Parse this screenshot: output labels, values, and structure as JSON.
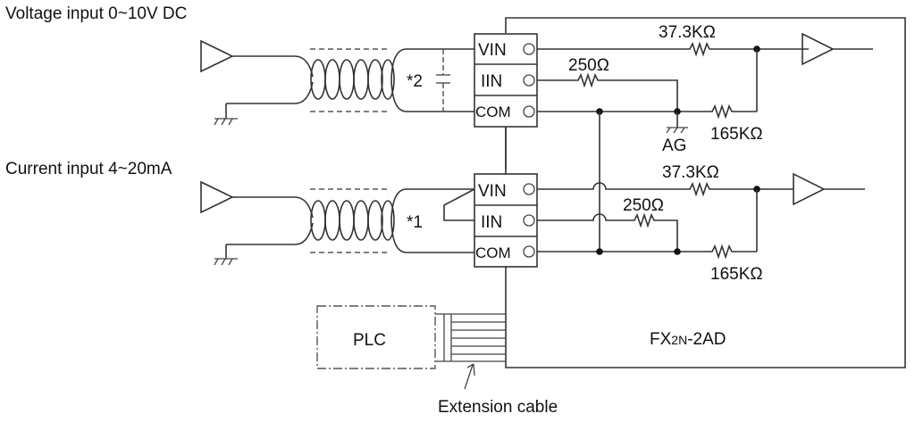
{
  "title_voltage": "Voltage input  0~10V DC",
  "title_current": "Current input  4~20mA",
  "note_2": "*2",
  "note_1": "*1",
  "terminals": {
    "vin": "VIN",
    "iin": "IIN",
    "com": "COM"
  },
  "resistors": {
    "r_series": "37.3KΩ",
    "r_shunt": "250Ω",
    "r_bottom": "165KΩ"
  },
  "analog_ground": "AG",
  "plc_label": "PLC",
  "module": {
    "name_prefix": "FX",
    "name_sub": "2N",
    "name_suffix": "-2AD"
  },
  "extension_cable": "Extension cable"
}
